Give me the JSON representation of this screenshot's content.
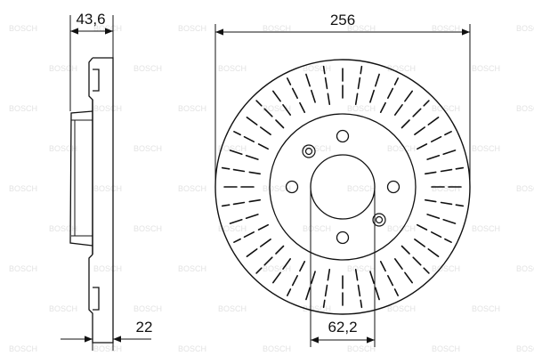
{
  "dimensions": {
    "width_label": "43,6",
    "diameter_label": "256",
    "thickness_label": "22",
    "center_bore_label": "62,2"
  },
  "bolt_holes": 4,
  "watermark_text": "BOSCH",
  "colors": {
    "line": "#111111",
    "watermark": "#e3e3e3",
    "background": "#ffffff"
  }
}
